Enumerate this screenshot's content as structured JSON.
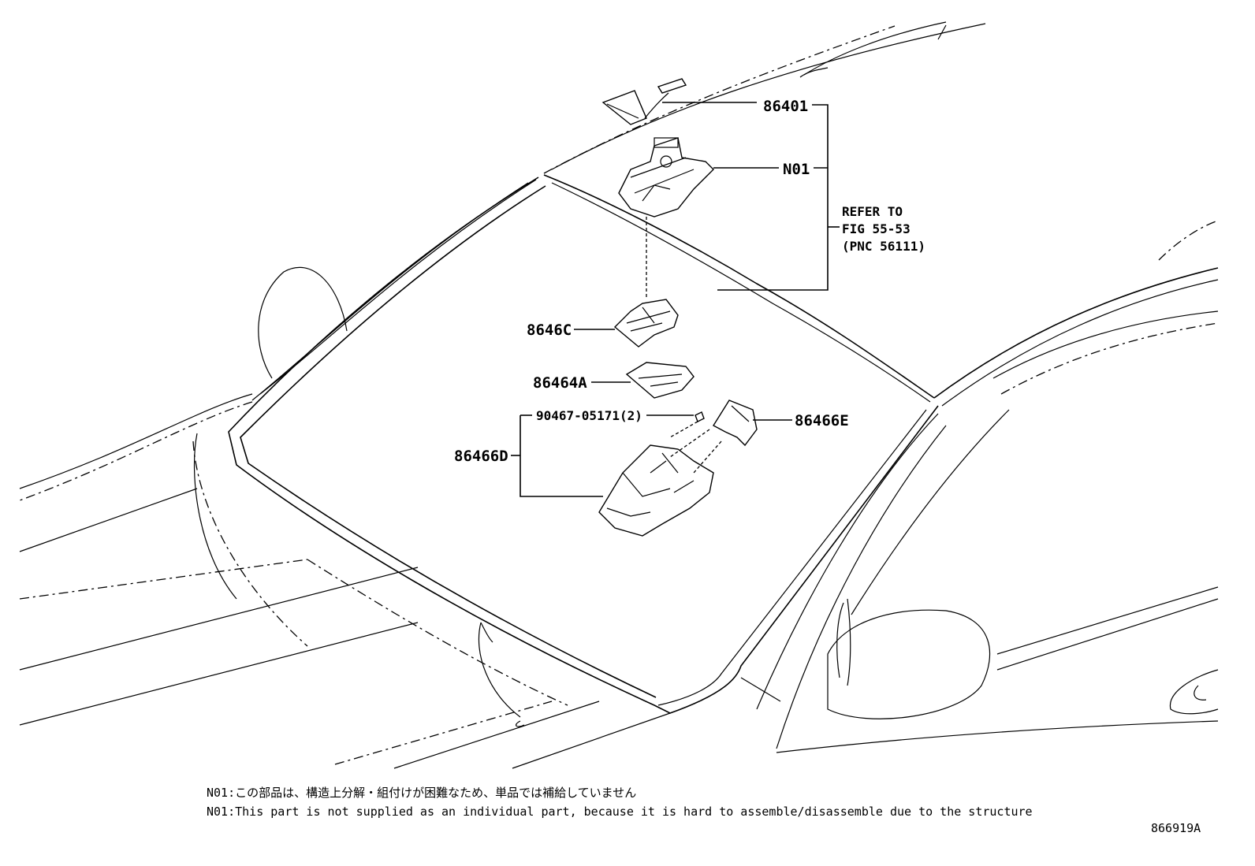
{
  "callouts": {
    "p86401": "86401",
    "n01": "N01",
    "p8646c": "8646C",
    "p86464a": "86464A",
    "p90467": "90467-05171(2)",
    "p86466e": "86466E",
    "p86466d": "86466D"
  },
  "refer": {
    "line1": "REFER TO",
    "line2": "FIG 55-53",
    "line3": "(PNC 56111)"
  },
  "notes": {
    "jp": "N01:この部品は、構造上分解・組付けが困難なため、単品では補給していません",
    "en": "N01:This part is not supplied as an individual part, because it is hard to assemble/disassemble due to the structure"
  },
  "figure_id": "866919A"
}
